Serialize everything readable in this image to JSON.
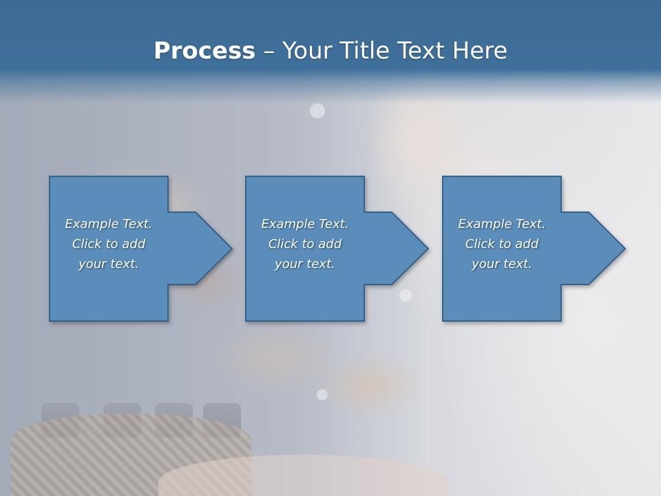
{
  "slide": {
    "title_bold": "Process",
    "title_rest": " – Your Title Text Here",
    "steps": [
      {
        "lines": [
          "Example Text.",
          "Click  to add",
          "your text."
        ]
      },
      {
        "lines": [
          "Example Text.",
          "Click  to add",
          "your text."
        ]
      },
      {
        "lines": [
          "Example Text.",
          "Click  to add",
          "your text."
        ]
      }
    ],
    "colors": {
      "title_band": "#3f709b",
      "box_fill": "#5b8dbb",
      "box_border": "#34608a",
      "text": "#ffffff"
    }
  }
}
